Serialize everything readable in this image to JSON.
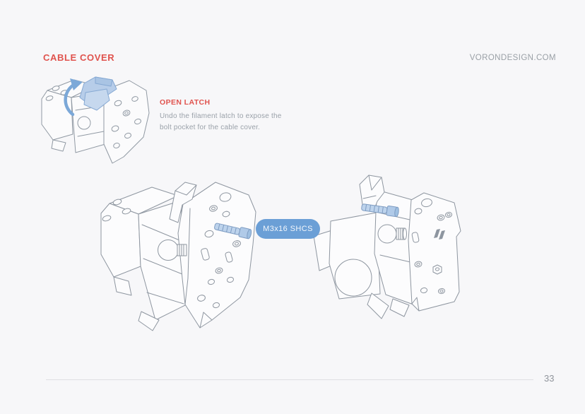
{
  "header": {
    "title": "CABLE COVER",
    "site": "VORONDESIGN.COM"
  },
  "callout": {
    "heading": "OPEN LATCH",
    "body": [
      "Undo the filament latch to expose the",
      "bolt pocket for the cable cover."
    ]
  },
  "badge": {
    "label": "M3x16 SHCS"
  },
  "footer": {
    "page_number": "33"
  },
  "colors": {
    "accent_red": "#e0534e",
    "badge_blue": "#6b9fd6",
    "highlight_blue": "#b7cde9",
    "screw_blue": "#bdd3ec",
    "arrow_blue": "#7ba8d8",
    "line_gray": "#8e96a0",
    "muted_text": "#9aa1a9",
    "background": "#f7f7f9"
  }
}
